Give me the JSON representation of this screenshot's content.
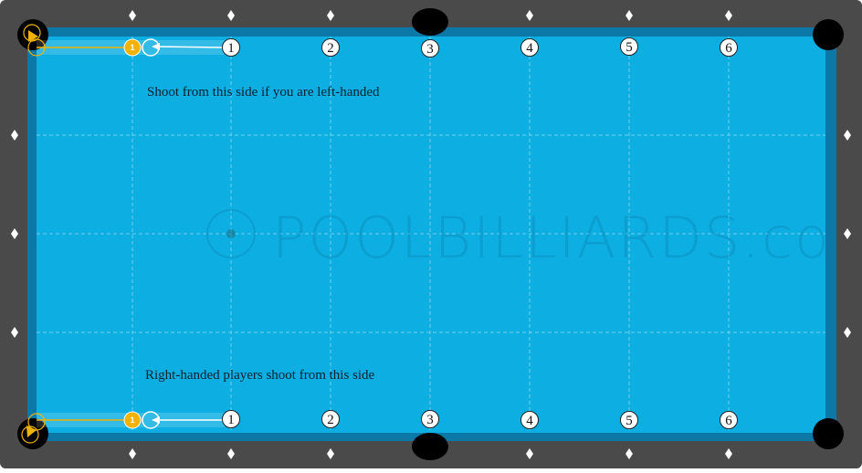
{
  "colors": {
    "rail": "#4a4a4a",
    "cushion": "#0b78a8",
    "cloth": "#0daee2",
    "pocket": "#000000",
    "diamond": "#ffffff",
    "ball": "#f2b300",
    "guide": "#ffffff"
  },
  "table": {
    "top_markers": [
      "1",
      "2",
      "3",
      "4",
      "5",
      "6"
    ],
    "bottom_markers": [
      "1",
      "2",
      "3",
      "4",
      "5",
      "6"
    ],
    "note_top": "Shoot from this side if you are left-handed",
    "note_bottom": "Right-handed players shoot from this side",
    "watermark": "POOLBILLIARDS.co",
    "object_ball_top": "1",
    "object_ball_bottom": "1"
  }
}
